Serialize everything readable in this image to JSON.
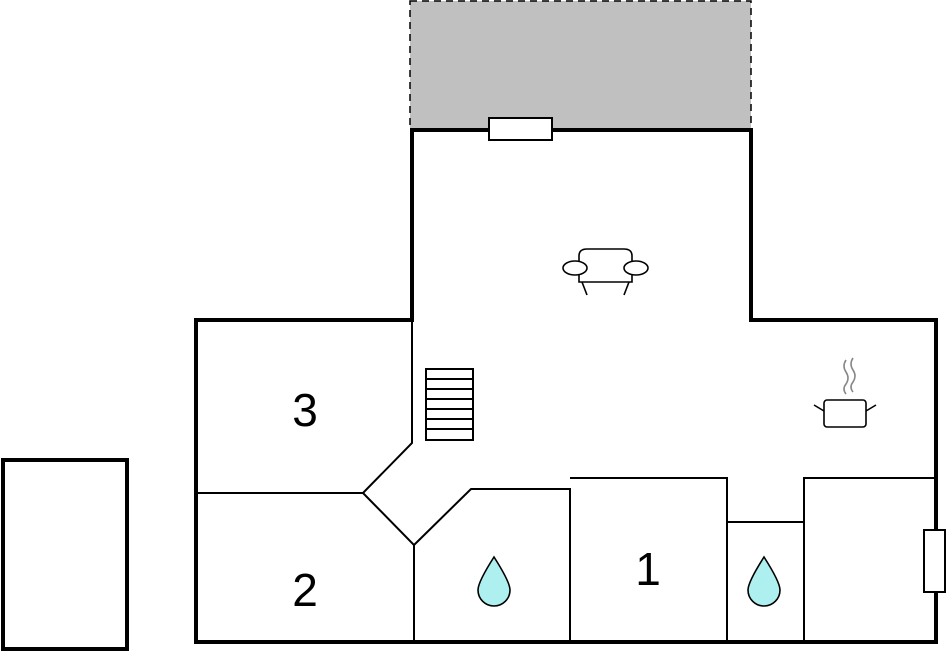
{
  "colors": {
    "wall": "#000000",
    "terrace": "#c0c0c0",
    "water": "#aef0f0",
    "background": "#ffffff"
  },
  "rooms": [
    {
      "id": "bedroom-1",
      "label": "1"
    },
    {
      "id": "bedroom-2",
      "label": "2"
    },
    {
      "id": "bedroom-3",
      "label": "3"
    }
  ],
  "icons": [
    "sofa-icon",
    "stairs-icon",
    "cooking-pot-icon",
    "water-drop-icon",
    "window-icon"
  ]
}
